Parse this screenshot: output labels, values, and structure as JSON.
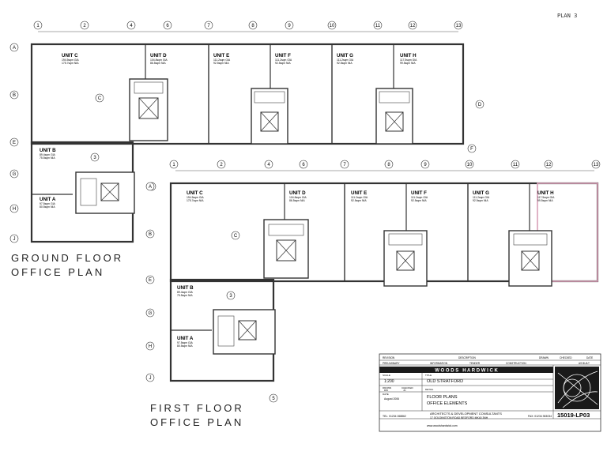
{
  "sheet_tag": "PLAN 3",
  "ground": {
    "title_l1": "GROUND FLOOR",
    "title_l2": "OFFICE PLAN",
    "grid_cols": [
      "1",
      "2",
      "4",
      "6",
      "7",
      "8",
      "9",
      "10",
      "11",
      "12",
      "13"
    ],
    "grid_rows": [
      "A",
      "B",
      "E",
      "G",
      "H",
      "J"
    ],
    "markers": [
      "C",
      "D",
      "F",
      "3",
      "A"
    ],
    "units": [
      {
        "name": "UNIT C",
        "gia": "194.5sqm GIA",
        "nia": "175.7sqm NIA"
      },
      {
        "name": "UNIT D",
        "gia": "104.8sqm GIA",
        "nia": "86.5sqm NIA"
      },
      {
        "name": "UNIT E",
        "gia": "111.2sqm GIA",
        "nia": "92.5sqm NIA"
      },
      {
        "name": "UNIT F",
        "gia": "111.2sqm GIA",
        "nia": "92.5sqm NIA"
      },
      {
        "name": "UNIT G",
        "gia": "111.2sqm GIA",
        "nia": "92.5sqm NIA"
      },
      {
        "name": "UNIT H",
        "gia": "117.5sqm GIA",
        "nia": "99.5sqm NIA"
      },
      {
        "name": "UNIT B",
        "gia": "89.4sqm GIA",
        "nia": "75.5sqm NIA"
      },
      {
        "name": "UNIT A",
        "gia": "97.5sqm GIA",
        "nia": "80.5sqm NIA"
      }
    ]
  },
  "first": {
    "title_l1": "FIRST FLOOR",
    "title_l2": "OFFICE PLAN",
    "grid_cols": [
      "1",
      "2",
      "4",
      "6",
      "7",
      "8",
      "9",
      "10",
      "11",
      "12",
      "13"
    ],
    "grid_rows": [
      "A",
      "B",
      "E",
      "G",
      "H",
      "J"
    ],
    "markers": [
      "C",
      "3",
      "5"
    ],
    "units": [
      {
        "name": "UNIT C",
        "gia": "194.5sqm GIA",
        "nia": "175.7sqm NIA"
      },
      {
        "name": "UNIT D",
        "gia": "104.8sqm GIA",
        "nia": "86.5sqm NIA"
      },
      {
        "name": "UNIT E",
        "gia": "111.2sqm GIA",
        "nia": "92.5sqm NIA"
      },
      {
        "name": "UNIT F",
        "gia": "111.2sqm GIA",
        "nia": "92.5sqm NIA"
      },
      {
        "name": "UNIT G",
        "gia": "111.2sqm GIA",
        "nia": "92.5sqm NIA"
      },
      {
        "name": "UNIT H",
        "gia": "117.5sqm GIA",
        "nia": "99.5sqm NIA"
      },
      {
        "name": "UNIT B",
        "gia": "89.4sqm GIA",
        "nia": "75.5sqm NIA"
      },
      {
        "name": "UNIT A",
        "gia": "97.5sqm GIA",
        "nia": "80.5sqm NIA"
      }
    ]
  },
  "title_block": {
    "header_cells": [
      "REVISION",
      "DESCRIPTION",
      "DRAWN",
      "CHECKED",
      "DATE"
    ],
    "status_cells": [
      "PRELIMINARY",
      "INFORMATION",
      "TENDER",
      "CONSTRUCTION",
      "AS BUILT"
    ],
    "firm": "W O O D S   H A R D W I C K",
    "scale_label": "SCALE",
    "scale": "1:200",
    "drawn_label": "DRAWN",
    "drawn": "DW",
    "checked_label": "CHECKED",
    "checked": "JC",
    "date_label": "DATE",
    "date": "August 2006",
    "title_label": "TITLE",
    "project": "OLD STRATFORD",
    "detail_label": "DETAIL",
    "subject_l1": "FLOOR PLANS",
    "subject_l2": "OFFICE ELEMENTS",
    "tel": "TEL: 01234 268862",
    "firm_line": "ARCHITECTS & DEVELOPMENT CONSULTANTS",
    "address": "17 GOLDINGTON ROAD BEDFORD MK40 3NH",
    "fax": "FAX: 01234 353034",
    "web": "www.woodshardwick.com",
    "drawing_no": "15019-LP03"
  },
  "colors": {
    "line": "#2b2b2b",
    "wall": "#3a3a3a",
    "paper": "#ffffff",
    "pink_wall": "#d9a0b8",
    "logo_bg": "#1a1a1a"
  }
}
